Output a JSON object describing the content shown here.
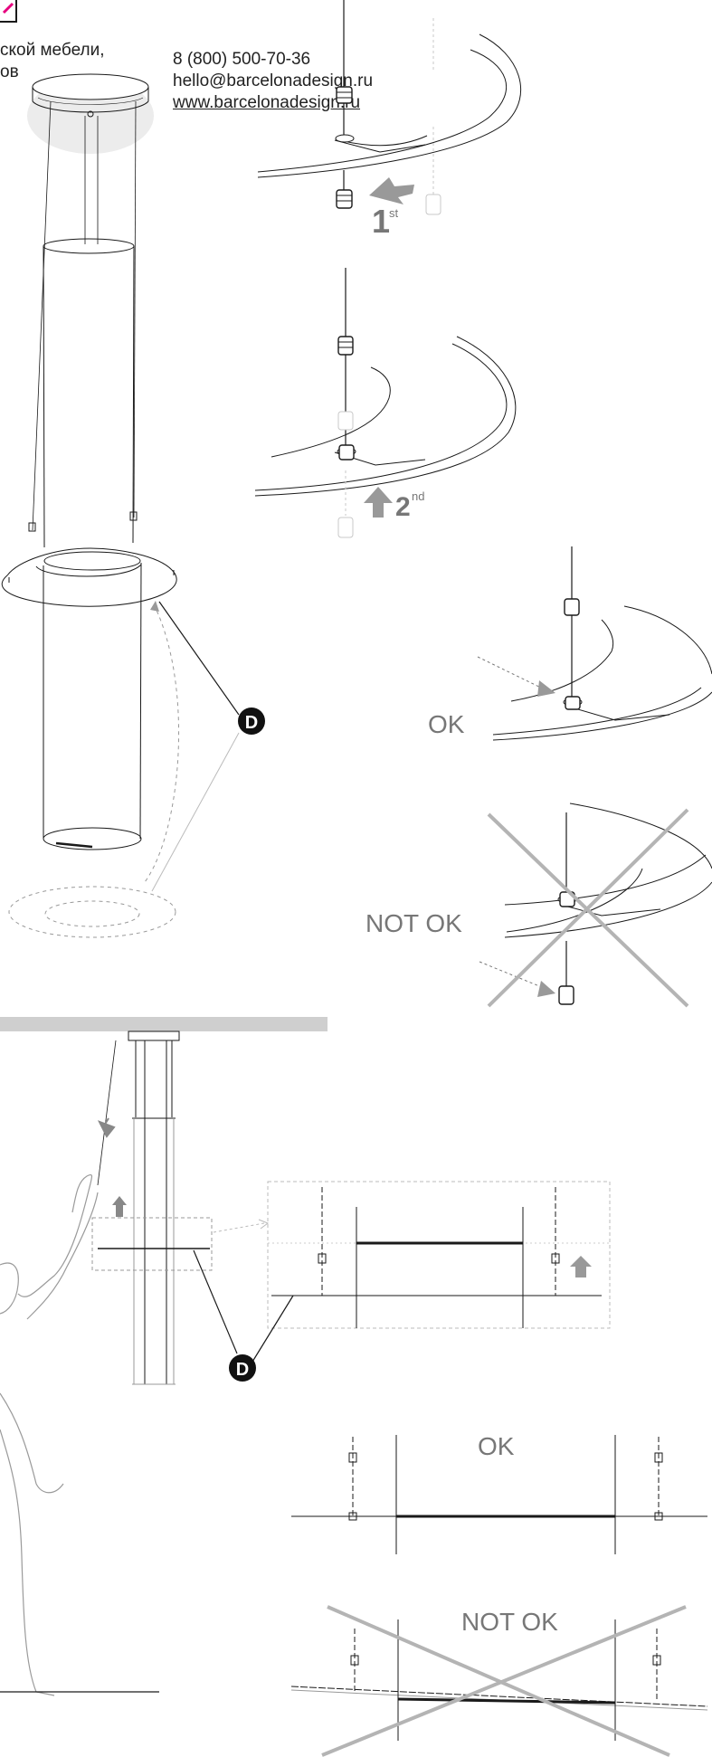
{
  "header": {
    "company_fragment_line1": "ской мебели,",
    "company_fragment_line2": "ов",
    "phone": "8 (800) 500-70-36",
    "email": "hello@barcelonadesign.ru",
    "website": "www.barcelonadesign.ru"
  },
  "steps": {
    "first_number": "1",
    "first_suffix": "st",
    "second_number": "2",
    "second_suffix": "nd"
  },
  "callouts": {
    "part_d": "D"
  },
  "labels": {
    "ok": "OK",
    "not_ok": "NOT OK"
  },
  "colors": {
    "line": "#1a1a1a",
    "gray": "#999999",
    "light": "#c8c8c8",
    "ceiling": "#cfcfcf",
    "cross": "#b4b4b4",
    "badge": "#111111",
    "logo_accent": "#e6007e"
  },
  "icons": [
    "logo-mark-icon",
    "arrow-icon",
    "cross-out-icon"
  ]
}
